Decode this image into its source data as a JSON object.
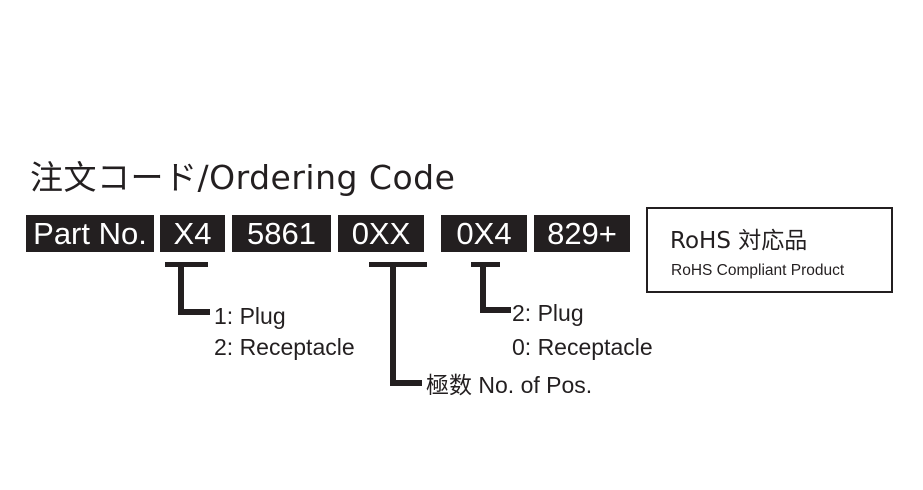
{
  "title": "注文コード/Ordering Code",
  "part_number": {
    "prefix": "Part No.",
    "segments": [
      "X4",
      "5861",
      "0XX",
      "0X4",
      "829+"
    ]
  },
  "rohs": {
    "main": "RoHS 対応品",
    "sub": "RoHS Compliant Product"
  },
  "callouts": {
    "x4": [
      "1: Plug",
      "2: Receptacle"
    ],
    "oxx": "極数 No. of Pos.",
    "ox4": [
      "2: Plug",
      "0: Receptacle"
    ]
  }
}
